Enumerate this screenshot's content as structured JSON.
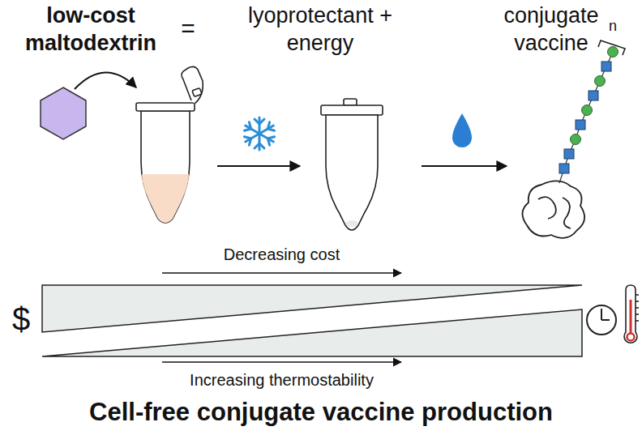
{
  "diagram": {
    "title": "Cell-free conjugate vaccine production",
    "labels": [
      "low-cost maltodextrin",
      "=",
      "lyoprotectant + energy",
      "conjugate vaccine",
      "n",
      "Decreasing cost",
      "$",
      "Increasing thermostability"
    ]
  }
}
